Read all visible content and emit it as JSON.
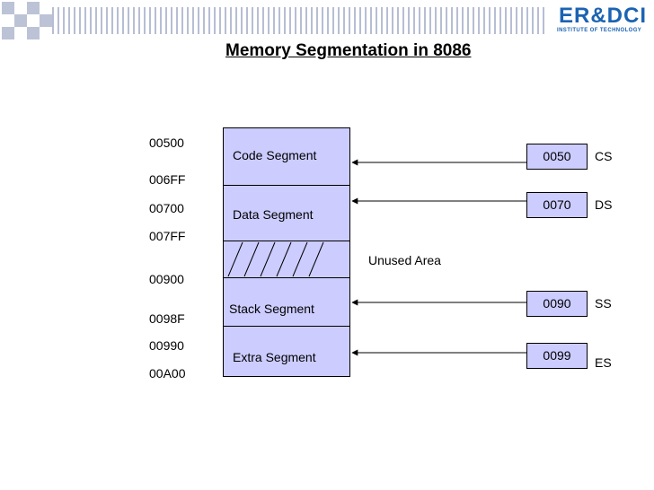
{
  "title": "Memory Segmentation in 8086",
  "logo": {
    "main": "ER&DCI",
    "sub": "INSTITUTE OF TECHNOLOGY"
  },
  "addresses": [
    "00500",
    "006FF",
    "00700",
    "007FF",
    "00900",
    "0098F",
    "00990",
    "00A00"
  ],
  "segments": [
    "Code Segment",
    "Data Segment",
    "Stack Segment",
    "Extra Segment"
  ],
  "unused_label": "Unused Area",
  "registers": [
    {
      "value": "0050",
      "name": "CS"
    },
    {
      "value": "0070",
      "name": "DS"
    },
    {
      "value": "0090",
      "name": "SS"
    },
    {
      "value": "0099",
      "name": "ES"
    }
  ],
  "colors": {
    "segment_fill": "#ccccff",
    "logo": "#1b63b3",
    "header_pattern": "#b7bed4"
  }
}
